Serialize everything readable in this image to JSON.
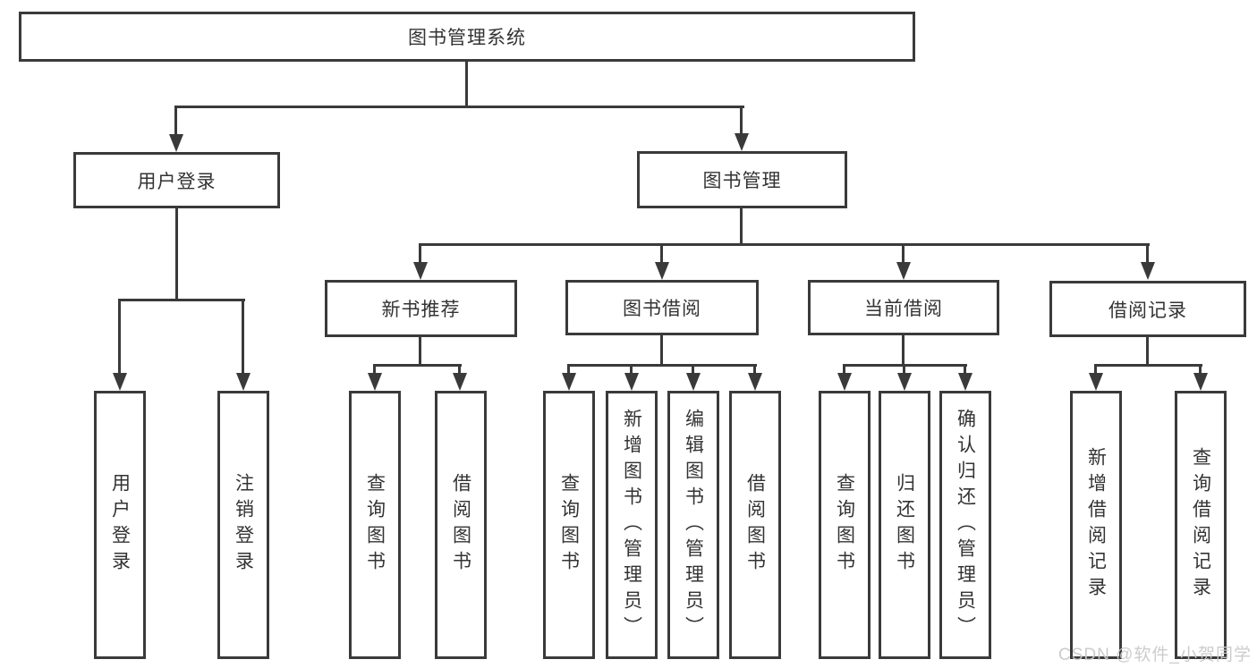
{
  "nodes": {
    "root": "图书管理系统",
    "user_login": "用户登录",
    "book_management": "图书管理",
    "new_book_recommendation": "新书推荐",
    "book_borrowing": "图书借阅",
    "current_borrowing": "当前借阅",
    "borrowing_records": "借阅记录"
  },
  "leaves": [
    "用户登录",
    "注销登录",
    "查询图书",
    "借阅图书",
    "查询图书",
    "新增图书（管理员）",
    "编辑图书（管理员）",
    "借阅图书",
    "查询图书",
    "归还图书",
    "确认归还（管理员）",
    "新增借阅记录",
    "查询借阅记录"
  ],
  "watermark": "CSDN @软件_小贺同学",
  "colors": {
    "line": "#3a3a3a",
    "text": "#333333",
    "watermark": "#c9c9c9",
    "background": "#ffffff"
  }
}
